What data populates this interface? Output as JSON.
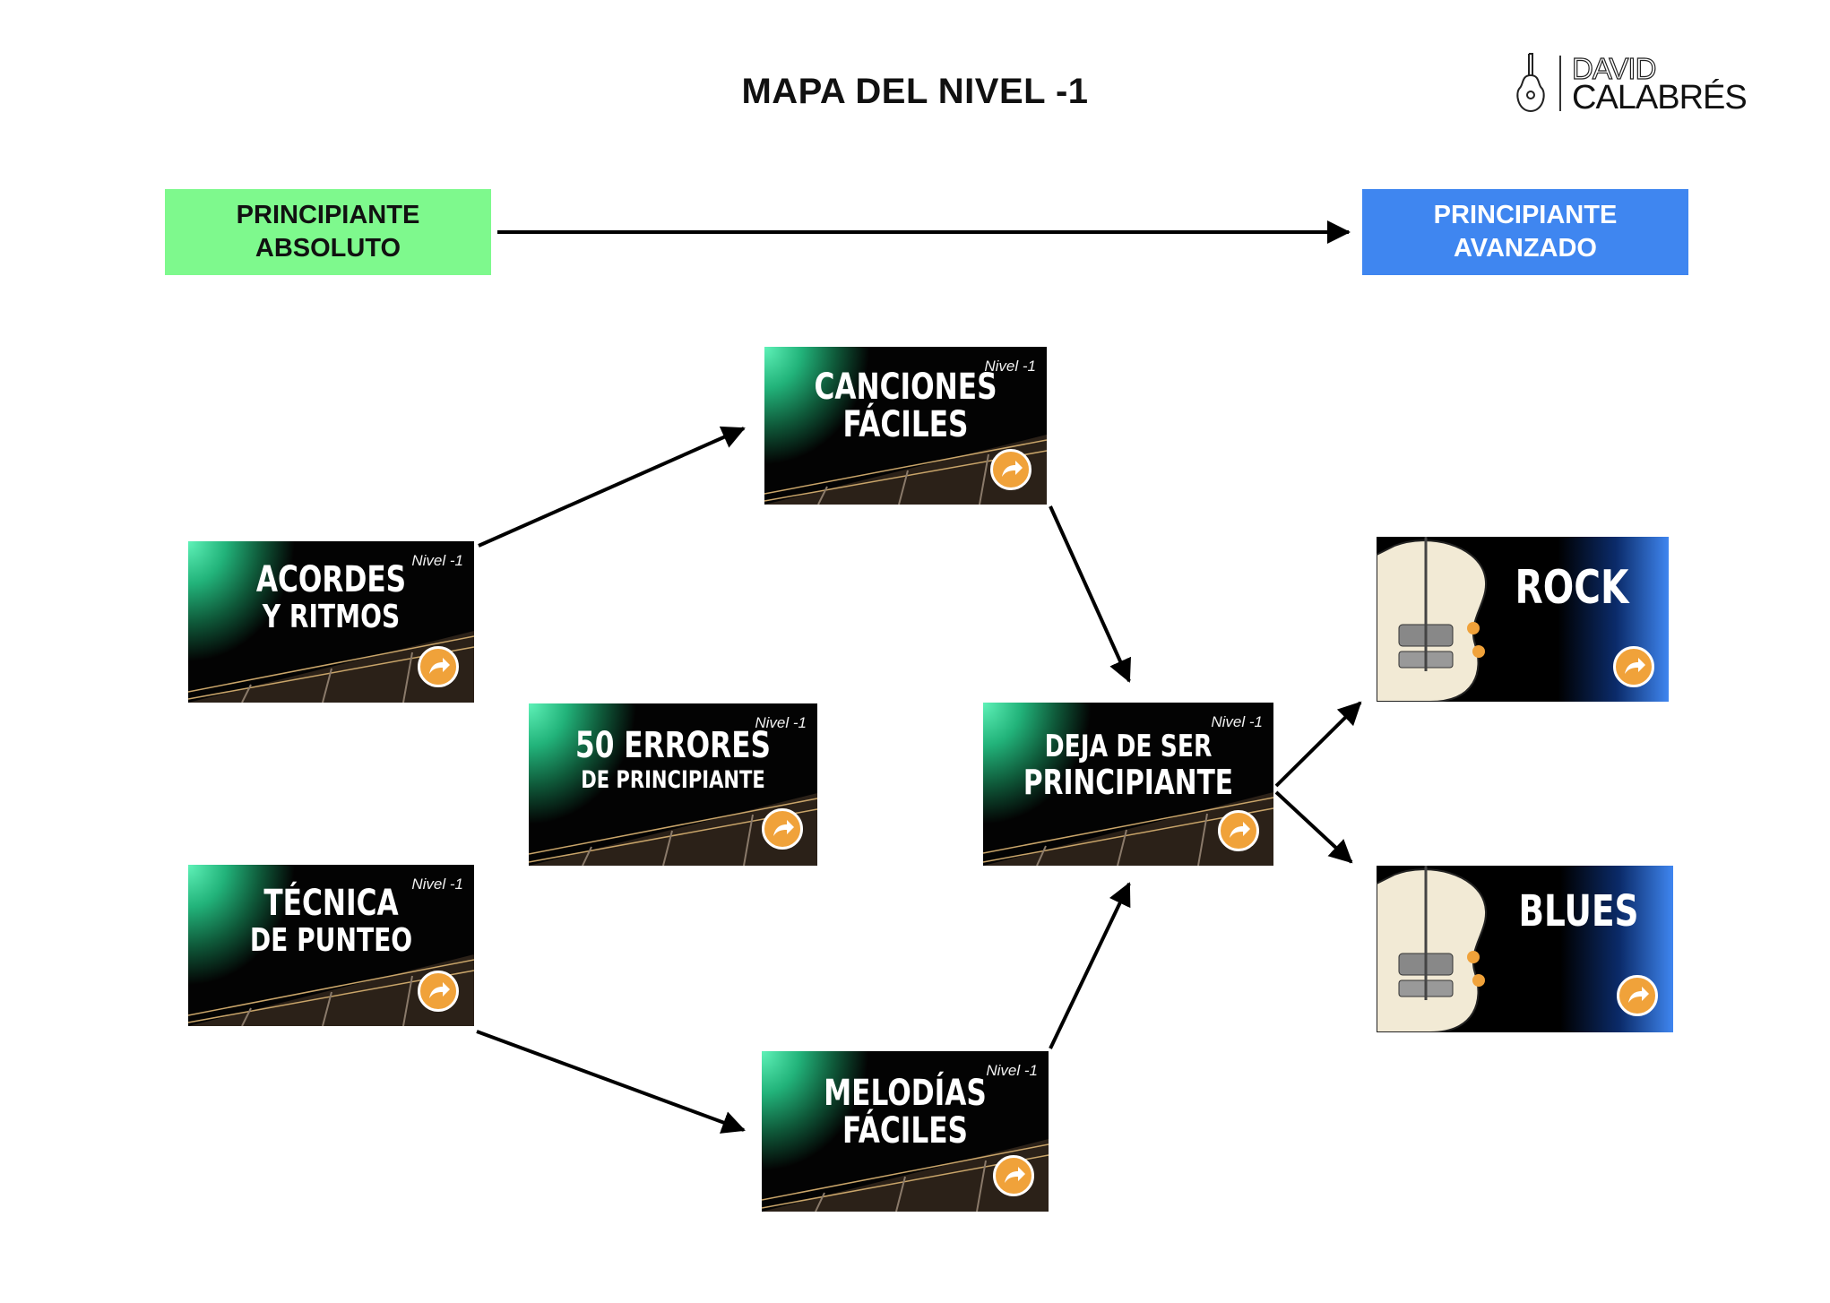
{
  "title": "MAPA DEL NIVEL -1",
  "brand": {
    "line1": "DAVID",
    "line2": "CALABRÉS",
    "icon": "guitar-icon"
  },
  "levels": {
    "start": "PRINCIPIANTE\nABSOLUTO",
    "end": "PRINCIPIANTE\nAVANZADO",
    "colors": {
      "start": "#7ef98d",
      "end": "#3f86f0"
    }
  },
  "courses": {
    "acordes": {
      "nivel": "Nivel -1",
      "line1": "ACORDES",
      "line2": "Y RITMOS",
      "icon": "share-arrow-icon"
    },
    "tecnica": {
      "nivel": "Nivel -1",
      "line1": "TÉCNICA",
      "line2": "DE PUNTEO",
      "icon": "share-arrow-icon"
    },
    "errores": {
      "nivel": "Nivel -1",
      "line1": "50 ERRORES",
      "line2": "DE PRINCIPIANTE",
      "icon": "share-arrow-icon"
    },
    "canciones": {
      "nivel": "Nivel -1",
      "line1": "CANCIONES",
      "line2": "FÁCILES",
      "icon": "share-arrow-icon"
    },
    "melodias": {
      "nivel": "Nivel -1",
      "line1": "MELODÍAS",
      "line2": "FÁCILES",
      "icon": "share-arrow-icon"
    },
    "deja": {
      "nivel": "Nivel -1",
      "line1": "DEJA DE SER",
      "line2": "PRINCIPIANTE",
      "icon": "share-arrow-icon"
    },
    "rock": {
      "line1": "ROCK",
      "icon": "share-arrow-icon"
    },
    "blues": {
      "line1": "BLUES",
      "icon": "share-arrow-icon"
    }
  },
  "accent_color": "#f0a23a"
}
